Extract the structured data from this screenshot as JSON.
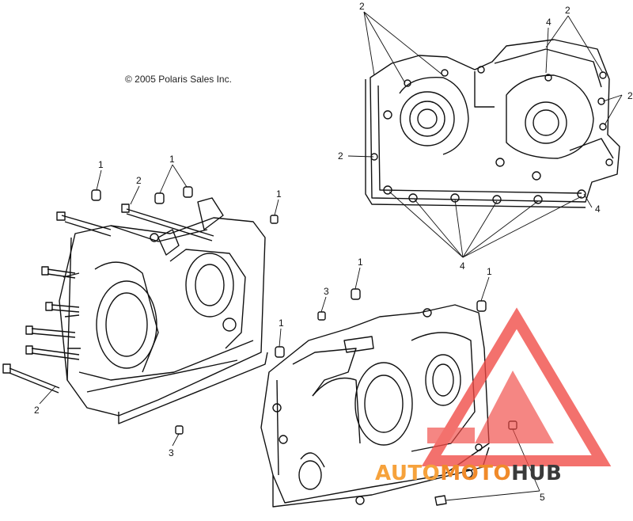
{
  "copyright": "© 2005 Polaris Sales Inc.",
  "callouts": [
    "1",
    "2",
    "3",
    "4",
    "5"
  ],
  "watermark": {
    "part1": "AUTO",
    "part2": "MOTO",
    "part3": "HUB",
    "colors": {
      "triangle": "#f04a45",
      "auto": "#f6a23c",
      "moto": "#f08a2a",
      "hub": "#3a3a3a"
    }
  }
}
